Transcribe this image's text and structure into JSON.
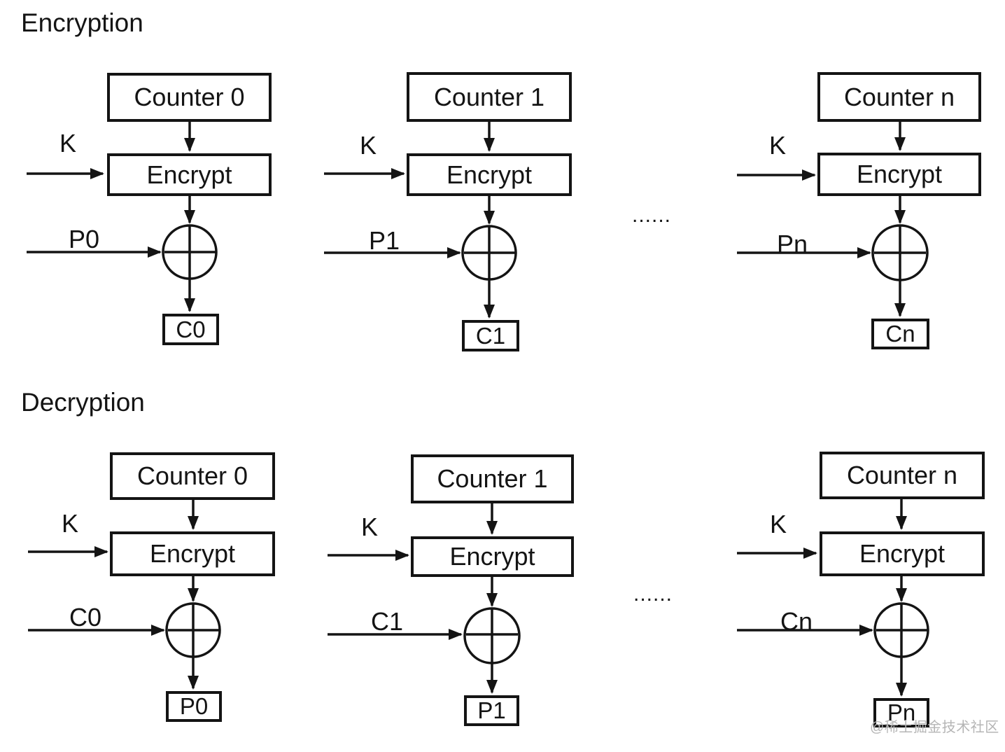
{
  "diagram_title": "CTR mode block cipher diagram",
  "dots": "......",
  "watermark": "@稀土掘金技术社区",
  "colors": {
    "line": "#141414",
    "text": "#141414",
    "background": "#ffffff",
    "watermark": "#b5b5b5"
  },
  "sections": [
    {
      "title": "Encryption",
      "columns": [
        {
          "counter": "Counter 0",
          "key": "K",
          "block": "Encrypt",
          "input": "P0",
          "output": "C0"
        },
        {
          "counter": "Counter 1",
          "key": "K",
          "block": "Encrypt",
          "input": "P1",
          "output": "C1"
        },
        {
          "counter": "Counter n",
          "key": "K",
          "block": "Encrypt",
          "input": "Pn",
          "output": "Cn"
        }
      ]
    },
    {
      "title": "Decryption",
      "columns": [
        {
          "counter": "Counter 0",
          "key": "K",
          "block": "Encrypt",
          "input": "C0",
          "output": "P0"
        },
        {
          "counter": "Counter 1",
          "key": "K",
          "block": "Encrypt",
          "input": "C1",
          "output": "P1"
        },
        {
          "counter": "Counter n",
          "key": "K",
          "block": "Encrypt",
          "input": "Cn",
          "output": "Pn"
        }
      ]
    }
  ]
}
